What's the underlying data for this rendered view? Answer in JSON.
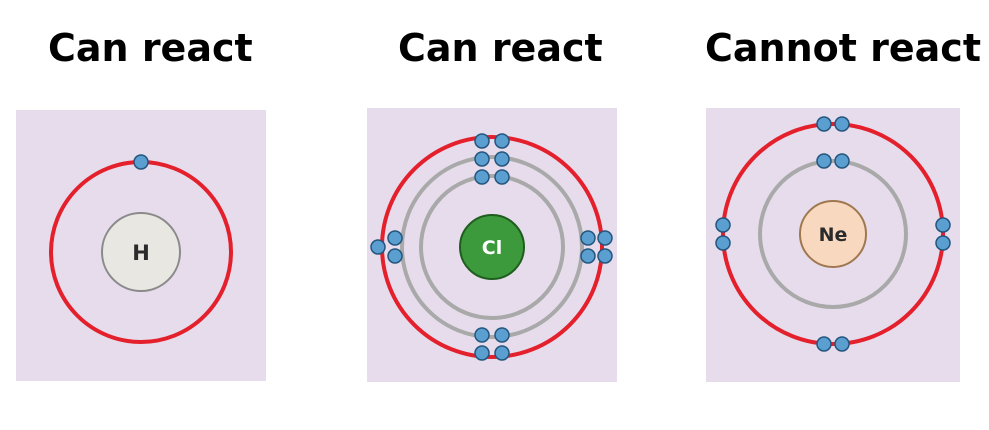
{
  "atoms": [
    {
      "title": "Can react",
      "symbol": "H",
      "nucleus_color": "#e8e7e2",
      "label_color": "#2b2b2b",
      "shells": [
        {
          "electrons": 1,
          "outer": true
        }
      ]
    },
    {
      "title": "Can react",
      "symbol": "Cl",
      "nucleus_color": "#3c9a3c",
      "label_color": "#ffffff",
      "shells": [
        {
          "electrons": 2,
          "outer": false
        },
        {
          "electrons": 8,
          "outer": false
        },
        {
          "electrons": 7,
          "outer": true
        }
      ]
    },
    {
      "title": "Cannot react",
      "symbol": "Ne",
      "nucleus_color": "#f8d9bf",
      "label_color": "#2b2b2b",
      "shells": [
        {
          "electrons": 2,
          "outer": false
        },
        {
          "electrons": 8,
          "outer": true
        }
      ]
    }
  ],
  "colors": {
    "panel_background": "#e6dcec",
    "outer_shell": "#e3202b",
    "inner_shell": "#a9a9a9",
    "electron": "#5a9fd0"
  }
}
